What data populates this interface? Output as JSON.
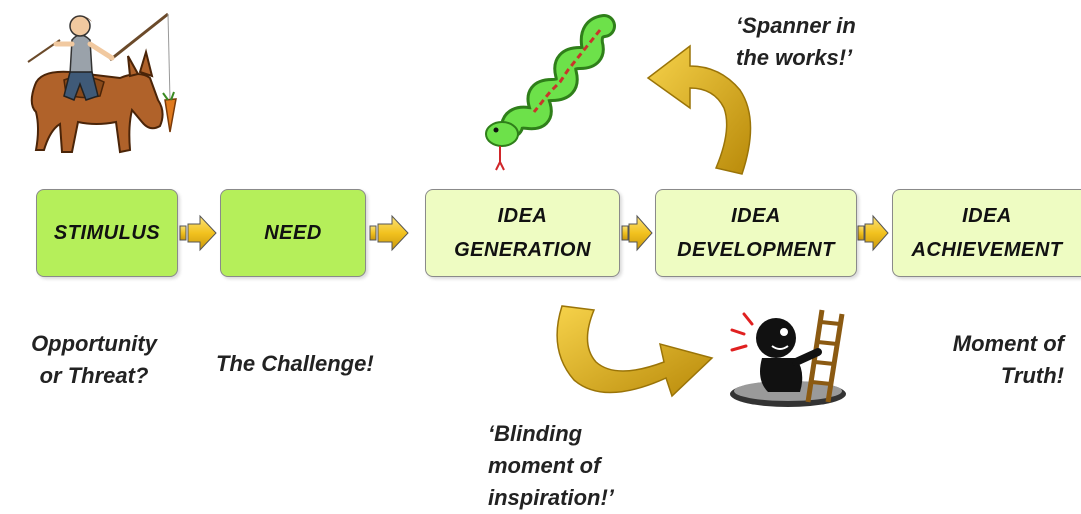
{
  "colors": {
    "stimulus_fill": "#b5ef5a",
    "need_fill": "#b5ef5a",
    "idea_fill": "#eefcc2",
    "arrow_fill": "#f2c21f",
    "curved_arrow": "#d9ab14"
  },
  "stages": {
    "stimulus": {
      "label": "STIMULUS"
    },
    "need": {
      "label": "NEED"
    },
    "generation": {
      "line1": "IDEA",
      "line2": "GENERATION"
    },
    "development": {
      "line1": "IDEA",
      "line2": "DEVELOPMENT"
    },
    "achievement": {
      "line1": "IDEA",
      "line2": "ACHIEVEMENT"
    }
  },
  "captions": {
    "opportunity": {
      "line1": "Opportunity",
      "line2": "or Threat?"
    },
    "challenge": {
      "line1": "The Challenge!"
    },
    "truth": {
      "line1": "Moment of",
      "line2": "Truth!"
    },
    "spanner": {
      "line1": "‘Spanner in",
      "line2": "the works!’"
    },
    "blinding": {
      "line1": "‘Blinding",
      "line2": "moment of",
      "line3": "inspiration!’"
    }
  },
  "icons": {
    "donkey": "donkey-rider-carrot-icon",
    "snake": "snake-icon",
    "person": "person-ladder-hole-icon",
    "feedback_arrow": "curved-arrow-back-icon",
    "inspiration_arrow": "curved-arrow-forward-icon"
  }
}
